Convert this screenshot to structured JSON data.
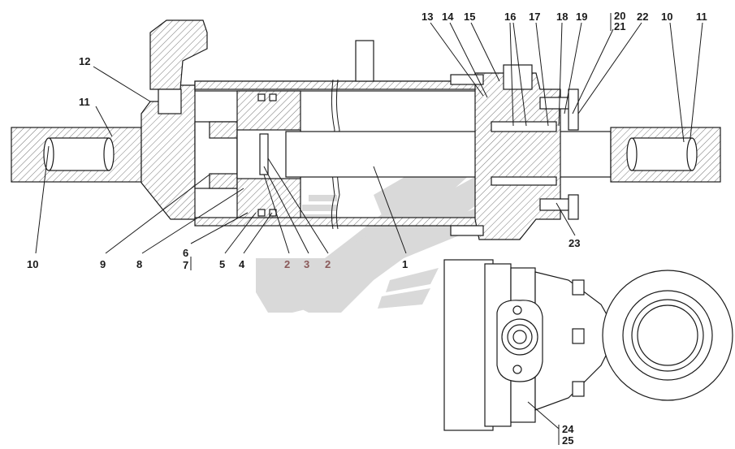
{
  "callouts": [
    {
      "id": "c12",
      "text": "12"
    },
    {
      "id": "c11a",
      "text": "11"
    },
    {
      "id": "c10a",
      "text": "10"
    },
    {
      "id": "c9",
      "text": "9"
    },
    {
      "id": "c8",
      "text": "8"
    },
    {
      "id": "c6",
      "text": "6"
    },
    {
      "id": "c7",
      "text": "7"
    },
    {
      "id": "c5",
      "text": "5"
    },
    {
      "id": "c4",
      "text": "4"
    },
    {
      "id": "c2a",
      "text": "2"
    },
    {
      "id": "c3",
      "text": "3"
    },
    {
      "id": "c2b",
      "text": "2"
    },
    {
      "id": "c1",
      "text": "1"
    },
    {
      "id": "c13",
      "text": "13"
    },
    {
      "id": "c14",
      "text": "14"
    },
    {
      "id": "c15",
      "text": "15"
    },
    {
      "id": "c16",
      "text": "16"
    },
    {
      "id": "c17",
      "text": "17"
    },
    {
      "id": "c18",
      "text": "18"
    },
    {
      "id": "c19",
      "text": "19"
    },
    {
      "id": "c20",
      "text": "20"
    },
    {
      "id": "c21",
      "text": "21"
    },
    {
      "id": "c22",
      "text": "22"
    },
    {
      "id": "c10b",
      "text": "10"
    },
    {
      "id": "c11b",
      "text": "11"
    },
    {
      "id": "c23",
      "text": "23"
    },
    {
      "id": "c24",
      "text": "24"
    },
    {
      "id": "c25",
      "text": "25"
    }
  ],
  "colors": {
    "line": "#1a1a1a",
    "watermark": "#d9d9d9",
    "accent_label": "#8a5a5a"
  }
}
